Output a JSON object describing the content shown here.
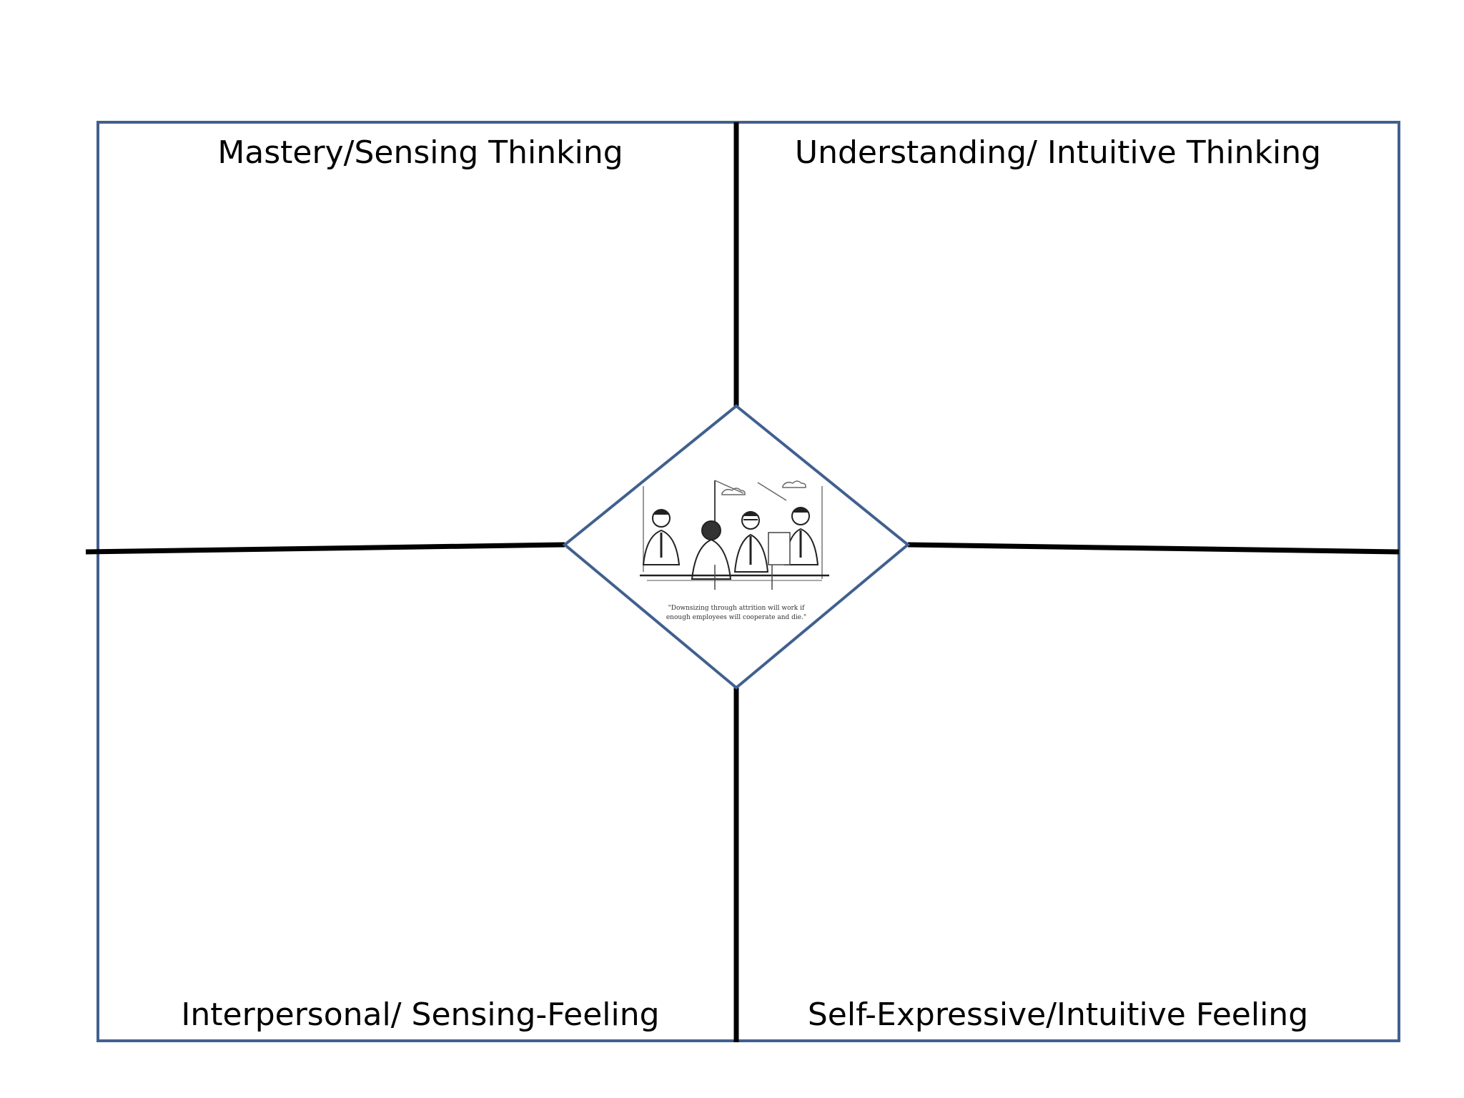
{
  "diagram": {
    "quadrants": {
      "top_left": "Mastery/Sensing Thinking",
      "top_right": "Understanding/ Intuitive Thinking",
      "bottom_left": "Interpersonal/ Sensing-Feeling",
      "bottom_right": "Self-Expressive/Intuitive Feeling"
    },
    "center_cartoon": {
      "caption_line1": "\"Downsizing through attrition will work if",
      "caption_line2": "enough employees will cooperate and die.\""
    }
  },
  "colors": {
    "frame": "#41608f",
    "dividers": "#000000",
    "background": "#ffffff"
  }
}
